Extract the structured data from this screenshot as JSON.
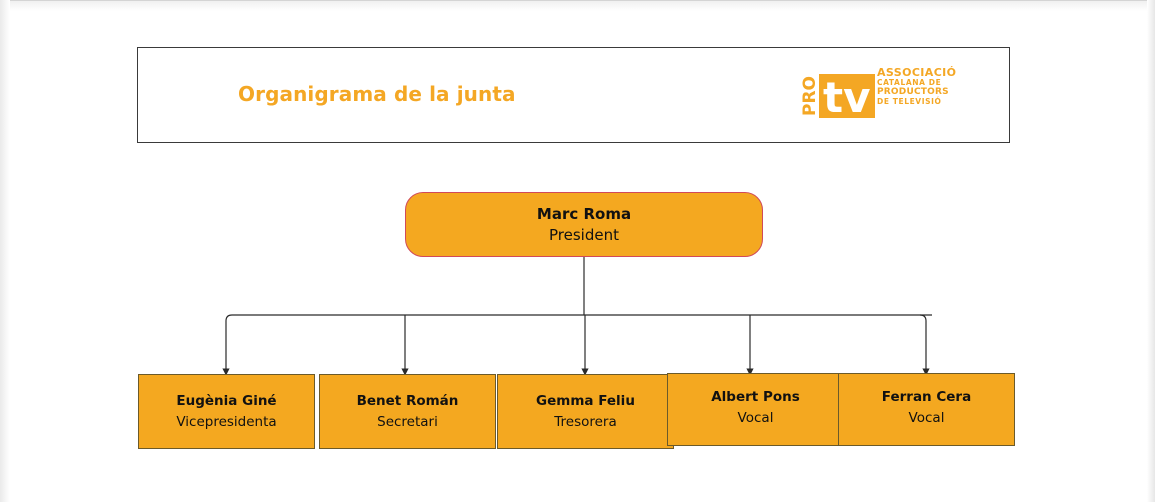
{
  "header": {
    "title": "Organigrama de la junta",
    "logo": {
      "mark_left": "PRO",
      "mark_main": "tv",
      "line1": "ASSOCIACIÓ",
      "line2": "CATALANA DE",
      "line3": "PRODUCTORS",
      "line4": "DE TELEVISIÓ"
    }
  },
  "colors": {
    "accent": "#f4a724",
    "node_fill": "#f4a820",
    "root_border": "#d04a5a",
    "connector": "#2a2a2a"
  },
  "org_chart": {
    "root": {
      "name": "Marc Roma",
      "role": "President"
    },
    "children": [
      {
        "name": "Eugènia Giné",
        "role": "Vicepresidenta"
      },
      {
        "name": "Benet Román",
        "role": "Secretari"
      },
      {
        "name": "Gemma Feliu",
        "role": "Tresorera"
      },
      {
        "name": "Albert Pons",
        "role": "Vocal"
      },
      {
        "name": "Ferran Cera",
        "role": "Vocal"
      }
    ]
  }
}
